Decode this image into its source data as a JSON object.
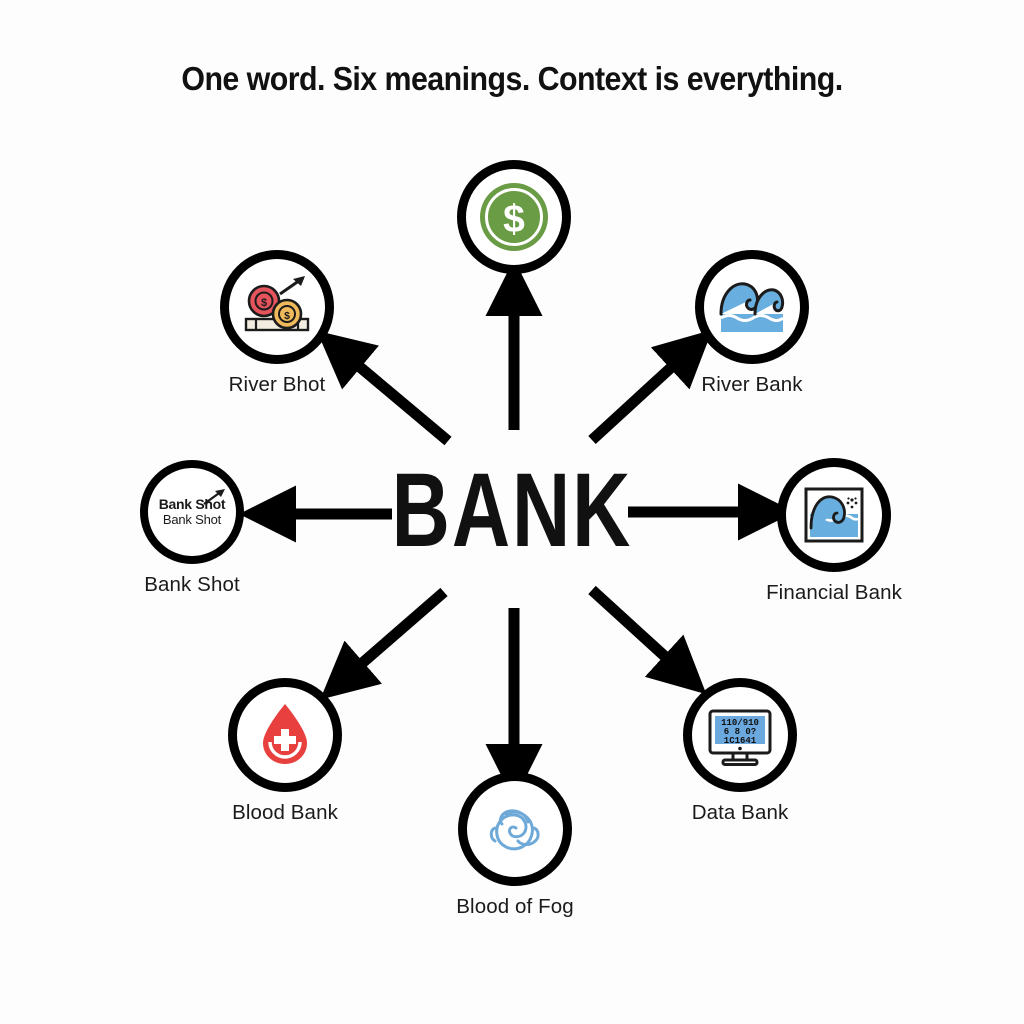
{
  "title": "One word. Six meanings. Context is everything.",
  "center": {
    "word": "BANK"
  },
  "colors": {
    "background": "#fdfdfd",
    "stroke": "#000000",
    "text": "#1b1b1b",
    "money_green": "#6a9b45",
    "wave_blue": "#68aede",
    "screen_blue": "#6aa8dd",
    "blood_red": "#e8403f",
    "coin_red": "#e5535c",
    "coin_orange": "#f0b95c",
    "fog_blue": "#6fa9d8"
  },
  "nodes": [
    {
      "id": "money",
      "label": "",
      "icon": "dollar-coin-icon",
      "angle": "top"
    },
    {
      "id": "riverbhot",
      "label": "River Bhot",
      "icon": "money-growth-icon",
      "angle": "top-left"
    },
    {
      "id": "riverbank",
      "label": "River Bank",
      "icon": "ocean-wave-icon",
      "angle": "top-right"
    },
    {
      "id": "bankshot",
      "label": "Bank Shot",
      "icon": "bank-shot-text-icon",
      "angle": "left"
    },
    {
      "id": "financial",
      "label": "Financial Bank",
      "icon": "framed-wave-image-icon",
      "angle": "right"
    },
    {
      "id": "blood",
      "label": "Blood Bank",
      "icon": "blood-drop-cross-icon",
      "angle": "bottom-left"
    },
    {
      "id": "fog",
      "label": "Blood of Fog",
      "icon": "fog-swirl-icon",
      "angle": "bottom"
    },
    {
      "id": "data",
      "label": "Data Bank",
      "icon": "computer-monitor-binary-icon",
      "angle": "bottom-right"
    }
  ],
  "bankshot_icon": {
    "line1": "Bank Shot",
    "line2": "Bank Shot"
  },
  "data_screen": {
    "row1": "110/910",
    "row2": "6 8 0?",
    "row3": "1C1641"
  },
  "arrows": [
    {
      "from": "center",
      "to": "money",
      "direction": "up"
    },
    {
      "from": "center",
      "to": "riverbhot",
      "direction": "up-left"
    },
    {
      "from": "center",
      "to": "riverbank",
      "direction": "up-right"
    },
    {
      "from": "center",
      "to": "bankshot",
      "direction": "left"
    },
    {
      "from": "center",
      "to": "financial",
      "direction": "right"
    },
    {
      "from": "center",
      "to": "blood",
      "direction": "down-left"
    },
    {
      "from": "center",
      "to": "fog",
      "direction": "down"
    },
    {
      "from": "center",
      "to": "data",
      "direction": "down-right"
    }
  ]
}
